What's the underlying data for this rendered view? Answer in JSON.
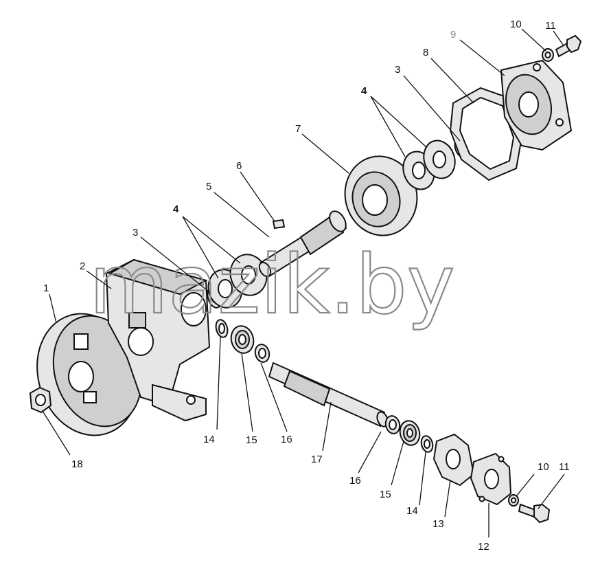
{
  "watermark": "mazik.by",
  "callouts": {
    "c1": "1",
    "c2": "2",
    "c3a": "3",
    "c3b": "3",
    "c4a": "4",
    "c4b": "4",
    "c5": "5",
    "c6": "6",
    "c7": "7",
    "c8": "8",
    "c9": "9",
    "c10a": "10",
    "c10b": "10",
    "c11a": "11",
    "c11b": "11",
    "c12": "12",
    "c13": "13",
    "c14a": "14",
    "c14b": "14",
    "c15a": "15",
    "c15b": "15",
    "c16a": "16",
    "c16b": "16",
    "c17": "17",
    "c18": "18"
  }
}
